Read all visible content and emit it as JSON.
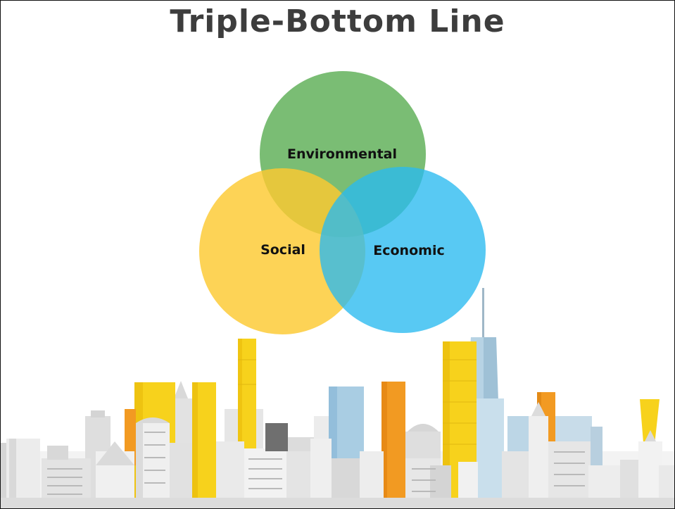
{
  "slide": {
    "title": "Triple-Bottom Line"
  },
  "venn": {
    "circles": [
      {
        "label": "Environmental",
        "color": "#5daf55"
      },
      {
        "label": "Social",
        "color": "#fdc931"
      },
      {
        "label": "Economic",
        "color": "#29baf0"
      }
    ]
  },
  "skyline": {
    "colors": {
      "building_white": "#e8e8e8",
      "building_gray": "#c9c9c9",
      "accent_yellow": "#f7d21c",
      "accent_orange": "#f29a22",
      "accent_blue": "#a9cde3"
    }
  }
}
